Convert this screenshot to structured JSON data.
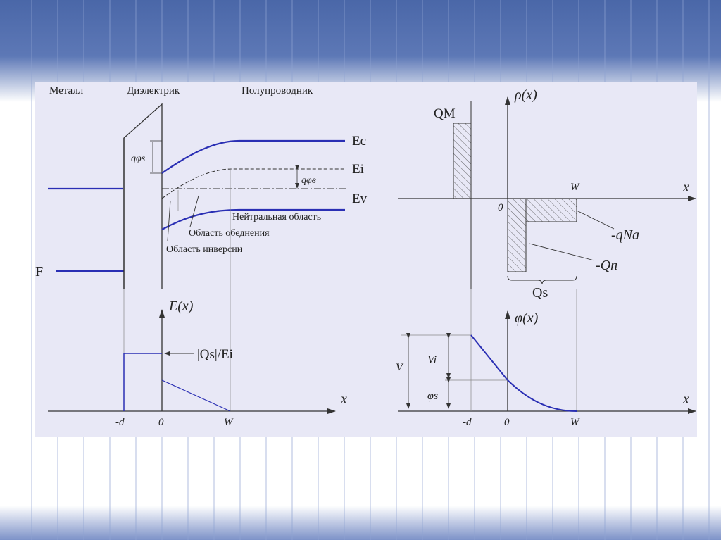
{
  "colors": {
    "band_top": "#4a67a8",
    "stripe": "#8fa3d2",
    "panel": "#e8e8f6",
    "blue_curve": "#2a2fb4",
    "line": "#333333"
  },
  "left_diagram": {
    "header_metal": "Металл",
    "header_dielectric": "Диэлектрик",
    "header_semiconductor": "Полупроводник",
    "label_Ec": "Ec",
    "label_Ei": "Ei",
    "label_Ev": "Ev",
    "label_F": "F",
    "label_q_phi_s": "qφs",
    "label_q_phi_b": "qφв",
    "label_neutral_region": "Нейтральная область",
    "label_depletion_region": "Область обеднения",
    "label_inversion_region": "Область инверсии",
    "axis_y": "E(x)",
    "axis_x": "x",
    "tick_minus_d": "-d",
    "tick_zero": "0",
    "tick_W": "W",
    "field_annotation": "|Qs|/Ei"
  },
  "right_diagram": {
    "rho_axis_y": "ρ(x)",
    "rho_axis_x": "x",
    "rho_tick_W": "W",
    "rho_tick_zero": "0",
    "label_QM": "QМ",
    "label_qNa": "-qNa",
    "label_Qn": "-Qn",
    "label_Qs": "Qs",
    "phi_axis_y": "φ(x)",
    "phi_axis_x": "x",
    "label_V": "V",
    "label_Vi": "Vi",
    "label_phi_s": "φs",
    "phi_tick_minus_d": "-d",
    "phi_tick_zero": "0",
    "phi_tick_W": "W"
  }
}
